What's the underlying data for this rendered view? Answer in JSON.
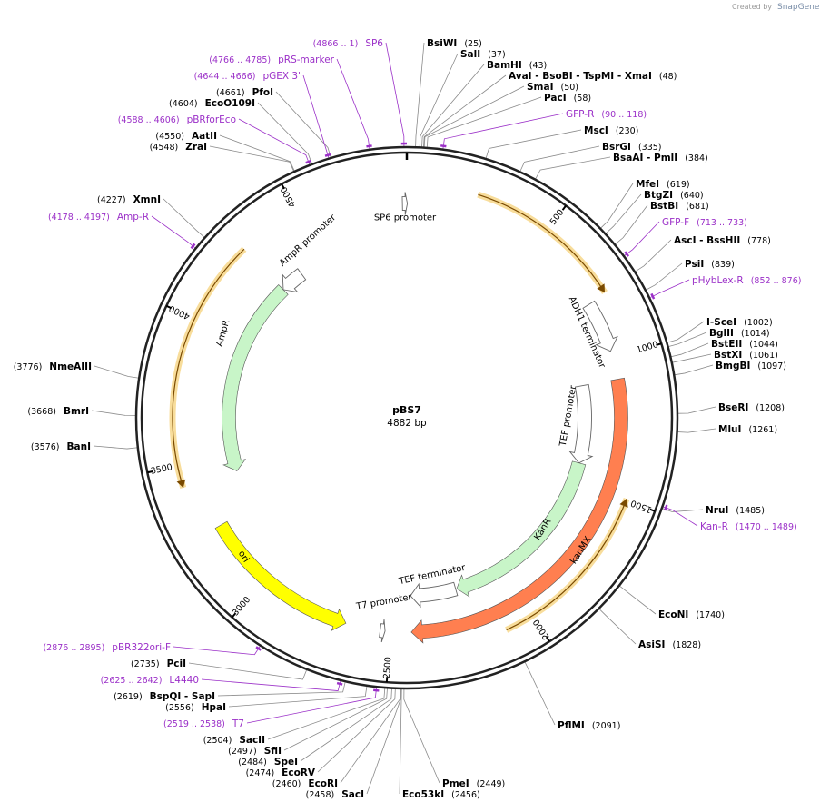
{
  "credit": {
    "prefix": "Created by",
    "brand": "SnapGene"
  },
  "plasmid": {
    "name": "pBS7",
    "length": 4882,
    "length_label": "4882 bp"
  },
  "ticks": [
    {
      "pos": 500,
      "label": "500"
    },
    {
      "pos": 1000,
      "label": "1000"
    },
    {
      "pos": 1500,
      "label": "1500"
    },
    {
      "pos": 2000,
      "label": "2000"
    },
    {
      "pos": 2500,
      "label": "2500"
    },
    {
      "pos": 3000,
      "label": "3000"
    },
    {
      "pos": 3500,
      "label": "3500"
    },
    {
      "pos": 4000,
      "label": "4000"
    },
    {
      "pos": 4500,
      "label": "4500"
    }
  ],
  "features": [
    {
      "name": "SP6 promoter",
      "start": 4866,
      "end": 4884,
      "ring": 0,
      "dir": 1,
      "color": "#ffffff",
      "outline": true
    },
    {
      "name": "ADH1 terminator",
      "start": 788,
      "end": 975,
      "ring": 0,
      "dir": 1,
      "color": "#ffffff",
      "outline": true
    },
    {
      "name": "TEF promoter",
      "start": 1080,
      "end": 1420,
      "ring": 1,
      "dir": 1,
      "color": "#ffffff",
      "outline": true
    },
    {
      "name": "KanR",
      "start": 1420,
      "end": 2220,
      "ring": 1,
      "dir": 1,
      "color": "#c8f5c8"
    },
    {
      "name": "TEF terminator",
      "start": 2225,
      "end": 2425,
      "ring": 1,
      "dir": 1,
      "color": "#ffffff",
      "outline": true
    },
    {
      "name": "kanMX",
      "start": 1080,
      "end": 2425,
      "ring": 0,
      "dir": 1,
      "color": "#ff7f50"
    },
    {
      "name": "T7 promoter",
      "start": 2520,
      "end": 2538,
      "ring": 0,
      "dir": -1,
      "color": "#ffffff",
      "outline": true
    },
    {
      "name": "ori",
      "start": 2665,
      "end": 3255,
      "ring": 0,
      "dir": -1,
      "color": "#ffff00"
    },
    {
      "name": "AmpR",
      "start": 3426,
      "end": 4286,
      "ring": 1,
      "dir": -1,
      "color": "#c8f5c8"
    },
    {
      "name": "AmpR promoter",
      "start": 4286,
      "end": 4391,
      "ring": 1,
      "dir": -1,
      "color": "#ffffff",
      "outline": true
    }
  ],
  "orfs": [
    {
      "start": 240,
      "end": 782,
      "dir": 1
    },
    {
      "start": 1495,
      "end": 2100,
      "dir": -1
    },
    {
      "start": 3426,
      "end": 4286,
      "dir": -1
    }
  ],
  "enzymes": [
    {
      "name": "BsiWI",
      "pos": "(25)",
      "bp": 25
    },
    {
      "name": "SalI",
      "pos": "(37)",
      "bp": 37
    },
    {
      "name": "BamHI",
      "pos": "(43)",
      "bp": 43
    },
    {
      "name": "AvaI - BsoBI - TspMI - XmaI",
      "pos": "(48)",
      "bp": 48
    },
    {
      "name": "SmaI",
      "pos": "(50)",
      "bp": 50
    },
    {
      "name": "PacI",
      "pos": "(58)",
      "bp": 58
    },
    {
      "name": "MscI",
      "pos": "(230)",
      "bp": 230
    },
    {
      "name": "BsrGI",
      "pos": "(335)",
      "bp": 335
    },
    {
      "name": "BsaAI - PmlI",
      "pos": "(384)",
      "bp": 384
    },
    {
      "name": "MfeI",
      "pos": "(619)",
      "bp": 619
    },
    {
      "name": "BtgZI",
      "pos": "(640)",
      "bp": 640
    },
    {
      "name": "BstBI",
      "pos": "(681)",
      "bp": 681
    },
    {
      "name": "AscI - BssHII",
      "pos": "(778)",
      "bp": 778
    },
    {
      "name": "PsiI",
      "pos": "(839)",
      "bp": 839
    },
    {
      "name": "I-SceI",
      "pos": "(1002)",
      "bp": 1002
    },
    {
      "name": "BglII",
      "pos": "(1014)",
      "bp": 1014
    },
    {
      "name": "BstEII",
      "pos": "(1044)",
      "bp": 1044
    },
    {
      "name": "BstXI",
      "pos": "(1061)",
      "bp": 1061
    },
    {
      "name": "BmgBI",
      "pos": "(1097)",
      "bp": 1097
    },
    {
      "name": "BseRI",
      "pos": "(1208)",
      "bp": 1208
    },
    {
      "name": "MluI",
      "pos": "(1261)",
      "bp": 1261
    },
    {
      "name": "NruI",
      "pos": "(1485)",
      "bp": 1485
    },
    {
      "name": "EcoNI",
      "pos": "(1740)",
      "bp": 1740
    },
    {
      "name": "AsiSI",
      "pos": "(1828)",
      "bp": 1828
    },
    {
      "name": "PflMI",
      "pos": "(2091)",
      "bp": 2091
    },
    {
      "name": "PmeI",
      "pos": "(2449)",
      "bp": 2449
    },
    {
      "name": "Eco53kI",
      "pos": "(2456)",
      "bp": 2456
    },
    {
      "name": "SacI",
      "pos": "(2458)",
      "bp": 2458
    },
    {
      "name": "EcoRI",
      "pos": "(2460)",
      "bp": 2460
    },
    {
      "name": "EcoRV",
      "pos": "(2474)",
      "bp": 2474
    },
    {
      "name": "SpeI",
      "pos": "(2484)",
      "bp": 2484
    },
    {
      "name": "SfiI",
      "pos": "(2497)",
      "bp": 2497
    },
    {
      "name": "SacII",
      "pos": "(2504)",
      "bp": 2504
    },
    {
      "name": "BspQI - SapI",
      "pos": "(2619)",
      "bp": 2619
    },
    {
      "name": "HpaI",
      "pos": "(2556)",
      "bp": 2556
    },
    {
      "name": "PciI",
      "pos": "(2735)",
      "bp": 2735
    },
    {
      "name": "BanI",
      "pos": "(3576)",
      "bp": 3576
    },
    {
      "name": "BmrI",
      "pos": "(3668)",
      "bp": 3668
    },
    {
      "name": "NmeAIII",
      "pos": "(3776)",
      "bp": 3776
    },
    {
      "name": "XmnI",
      "pos": "(4227)",
      "bp": 4227
    },
    {
      "name": "ZraI",
      "pos": "(4548)",
      "bp": 4548
    },
    {
      "name": "AatII",
      "pos": "(4550)",
      "bp": 4550
    },
    {
      "name": "EcoO109I",
      "pos": "(4604)",
      "bp": 4604
    },
    {
      "name": "PfoI",
      "pos": "(4661)",
      "bp": 4661
    }
  ],
  "primers": [
    {
      "name": "SP6",
      "pos": "(4866 .. 1)",
      "bp": 4874
    },
    {
      "name": "pRS-marker",
      "pos": "(4766 .. 4785)",
      "bp": 4775
    },
    {
      "name": "pGEX 3'",
      "pos": "(4644 .. 4666)",
      "bp": 4655
    },
    {
      "name": "pBRforEco",
      "pos": "(4588 .. 4606)",
      "bp": 4597
    },
    {
      "name": "GFP-R",
      "pos": "(90 .. 118)",
      "bp": 104
    },
    {
      "name": "GFP-F",
      "pos": "(713 .. 733)",
      "bp": 723
    },
    {
      "name": "pHybLex-R",
      "pos": "(852 .. 876)",
      "bp": 864
    },
    {
      "name": "Kan-R",
      "pos": "(1470 .. 1489)",
      "bp": 1480
    },
    {
      "name": "pBR322ori-F",
      "pos": "(2876 .. 2895)",
      "bp": 2885
    },
    {
      "name": "L4440",
      "pos": "(2625 .. 2642)",
      "bp": 2633
    },
    {
      "name": "T7",
      "pos": "(2519 .. 2538)",
      "bp": 2528
    },
    {
      "name": "Amp-R",
      "pos": "(4178 .. 4197)",
      "bp": 4187
    }
  ]
}
